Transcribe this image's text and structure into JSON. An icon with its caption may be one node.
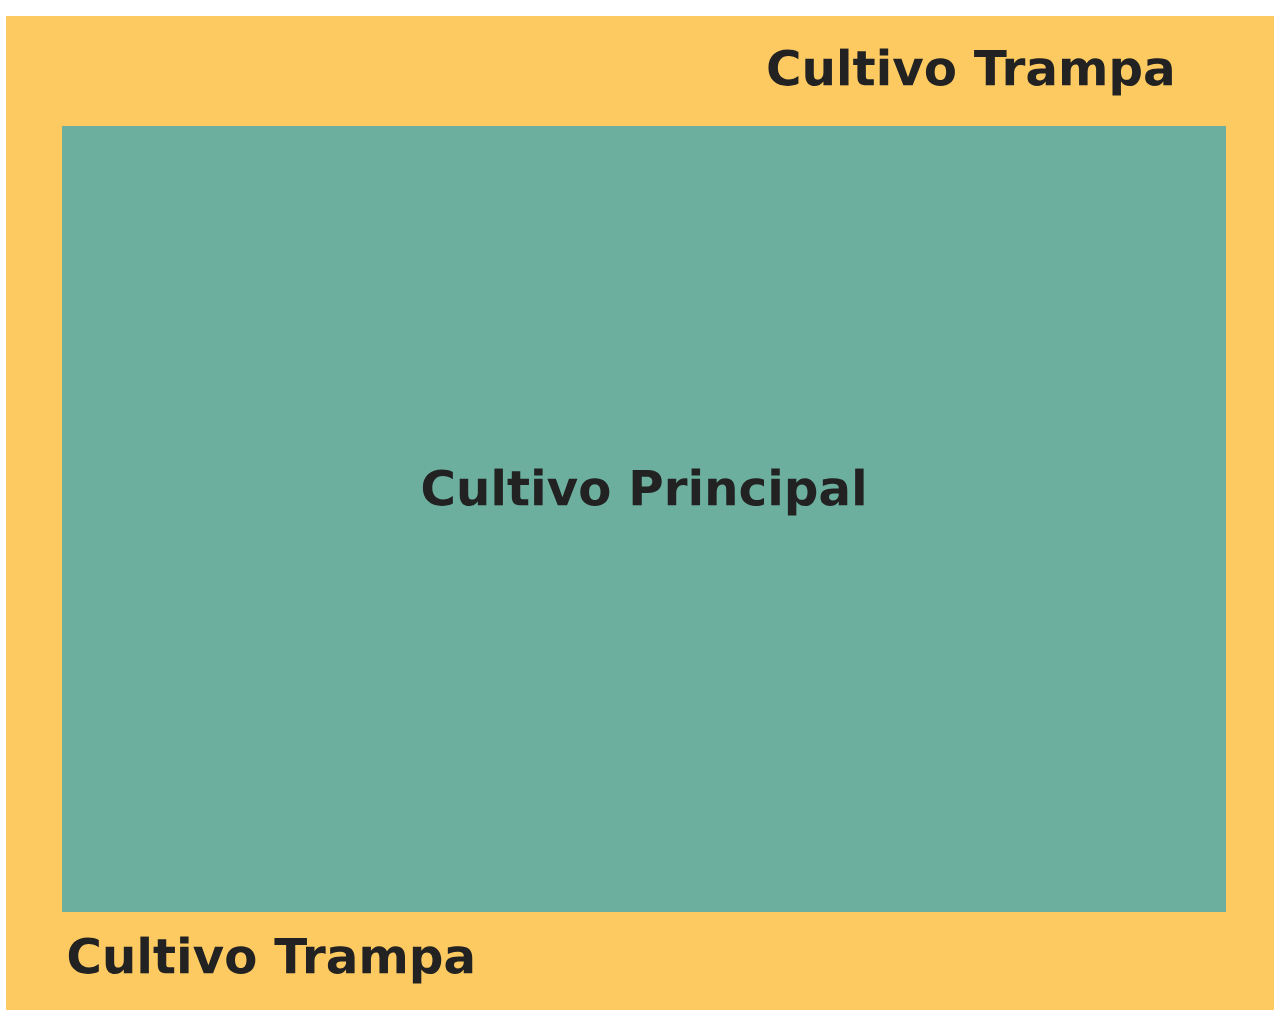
{
  "diagram": {
    "nodes": [
      {
        "text": [
          "Cultivo Trampa",
          "Cultivo Trampa"
        ]
      },
      {
        "text": [
          "Cultivo Principal"
        ],
        "in": 0
      }
    ]
  }
}
